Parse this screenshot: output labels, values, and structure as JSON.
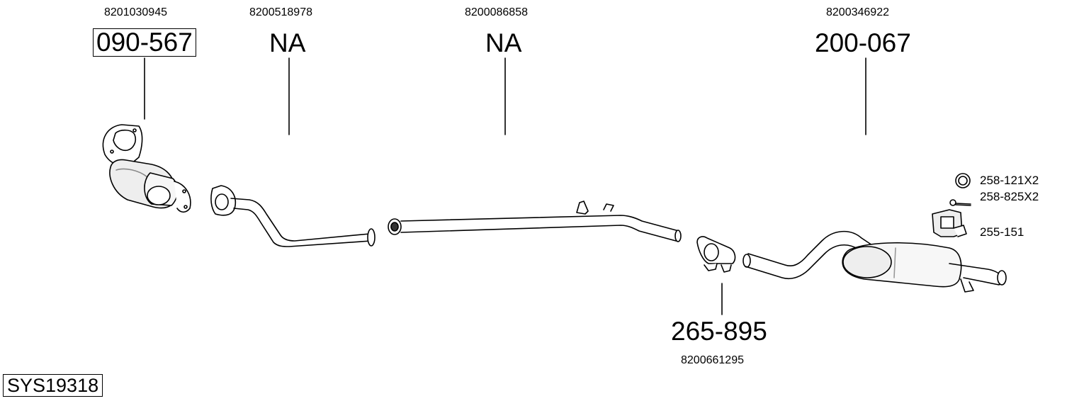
{
  "system_code": "SYS19318",
  "parts": [
    {
      "id": "catalytic-converter",
      "oem": "8201030945",
      "part_number": "090-567",
      "boxed": true
    },
    {
      "id": "front-pipe",
      "oem": "8200518978",
      "part_number": "NA"
    },
    {
      "id": "middle-pipe",
      "oem": "8200086858",
      "part_number": "NA"
    },
    {
      "id": "rear-silencer",
      "oem": "8200346922",
      "part_number": "200-067"
    },
    {
      "id": "clamp",
      "oem": "8200661295",
      "part_number": "265-895"
    }
  ],
  "accessories": [
    {
      "id": "gasket",
      "label": "258-121X2"
    },
    {
      "id": "bolt",
      "label": "258-825X2"
    },
    {
      "id": "bracket",
      "label": "255-151"
    }
  ]
}
